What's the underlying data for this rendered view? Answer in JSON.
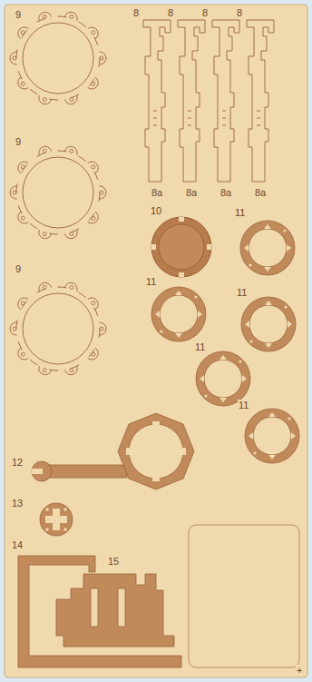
{
  "diagram": {
    "labels": [
      "9",
      "8",
      "8",
      "8",
      "8",
      "9",
      "8a",
      "8a",
      "8a",
      "8a",
      "10",
      "11",
      "11",
      "11",
      "9",
      "11",
      "11",
      "12",
      "13",
      "14",
      "15",
      "+"
    ]
  }
}
